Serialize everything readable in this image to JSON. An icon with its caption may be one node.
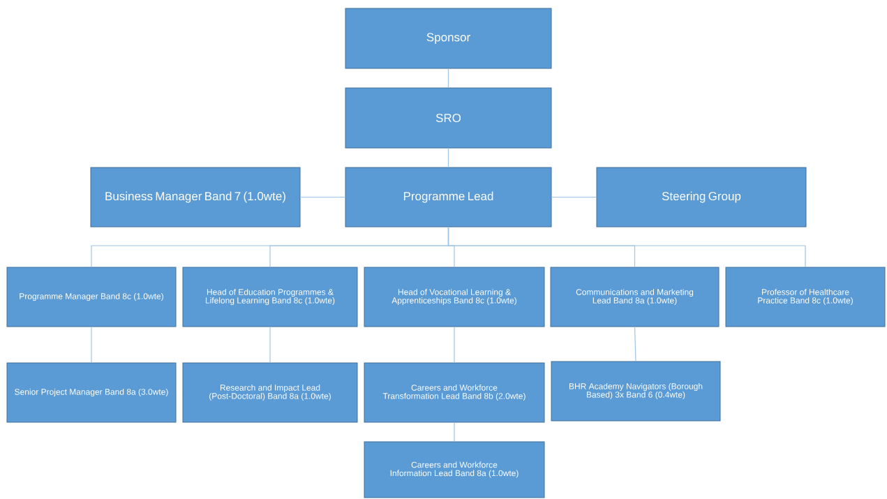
{
  "diagram": {
    "nodes": [
      {
        "text": [
          "Sponsor"
        ]
      },
      {
        "text": [
          "SRO"
        ]
      },
      {
        "text": [
          "Business Manager Band 7 (1.0wte)"
        ]
      },
      {
        "text": [
          "Programme Lead"
        ]
      },
      {
        "text": [
          "Steering Group"
        ]
      },
      {
        "text": [
          "Programme Manager Band 8c (1.0wte)"
        ]
      },
      {
        "text": [
          "Head of Education Programmes & Lifelong Learning Band 8c (1.0wte)"
        ]
      },
      {
        "text": [
          "Head of Vocational Learning & Apprenticeships Band 8c (1.0wte)"
        ]
      },
      {
        "text": [
          "Communications and Marketing Lead Band 8a (1.0wte)"
        ]
      },
      {
        "text": [
          "Professor of Healthcare Practice Band 8c (1.0wte)"
        ]
      },
      {
        "text": [
          "Senior Project Manager Band 8a (3.0wte)"
        ]
      },
      {
        "text": [
          "Research and Impact Lead (Post-Doctoral) Band 8a (1.0wte)"
        ]
      },
      {
        "text": [
          "Careers and Workforce Transformation Lead Band 8b (2.0wte)"
        ]
      },
      {
        "text": [
          "Careers and Workforce Information Lead Band 8a (1.0wte)"
        ]
      },
      {
        "text": [
          "BHR Academy Navigators (Borough Based) 3x Band 6 (0.4wte)"
        ]
      }
    ],
    "edges": [
      {
        "from": 0,
        "to": 1,
        "arrow": "none"
      },
      {
        "from": 1,
        "to": 3,
        "arrow": "none"
      },
      {
        "from": 3,
        "to": 2,
        "arrow": "none"
      },
      {
        "from": 3,
        "to": 4,
        "arrow": "none"
      },
      {
        "from": 3,
        "to": 5,
        "arrow": "none"
      },
      {
        "from": 3,
        "to": 6,
        "arrow": "none"
      },
      {
        "from": 3,
        "to": 7,
        "arrow": "none"
      },
      {
        "from": 3,
        "to": 8,
        "arrow": "none"
      },
      {
        "from": 3,
        "to": 9,
        "arrow": "none"
      },
      {
        "from": 5,
        "to": 10,
        "arrow": "none"
      },
      {
        "from": 6,
        "to": 11,
        "arrow": "none"
      },
      {
        "from": 7,
        "to": 12,
        "arrow": "none"
      },
      {
        "from": 12,
        "to": 13,
        "arrow": "none"
      },
      {
        "from": 8,
        "to": 14,
        "arrow": "none"
      }
    ]
  }
}
